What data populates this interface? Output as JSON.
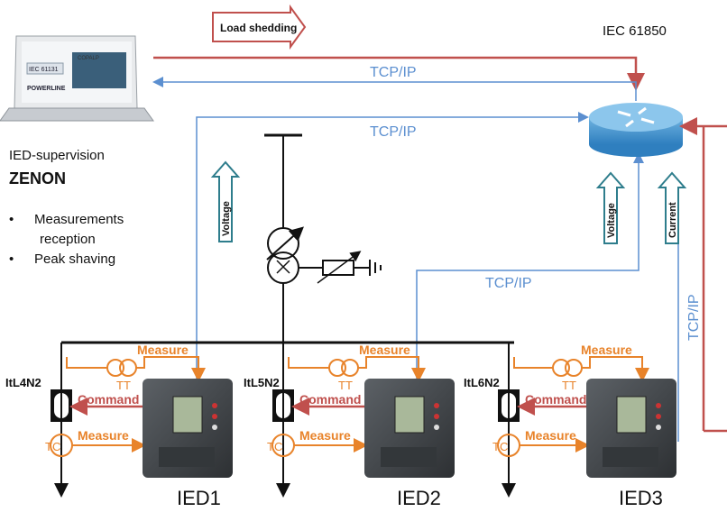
{
  "top_banner": {
    "load_shedding": "Load shedding",
    "standard": "IEC 61850"
  },
  "laptop_screen": {
    "brand": "COPALP",
    "iec": "IEC 61131",
    "powerline": "POWERLINE"
  },
  "supervision": {
    "title": "IED-supervision",
    "name": "ZENON",
    "bullets": [
      "Measurements",
      "reception",
      "Peak shaving"
    ]
  },
  "network": {
    "tcp_top": "TCP/IP",
    "tcp_mid": "TCP/IP",
    "tcp_low": "TCP/IP",
    "tcp_vertical": "TCP/IP"
  },
  "arrows": {
    "voltage_left": "Voltage",
    "voltage_right": "Voltage",
    "current": "Current"
  },
  "breakers": [
    "ItL4N2",
    "ItL5N2",
    "ItL6N2"
  ],
  "labels": {
    "measure": "Measure",
    "command": "Command",
    "tt": "TT",
    "tc": "TC"
  },
  "ieds": [
    "IED1",
    "IED2",
    "IED3"
  ],
  "colors": {
    "red": "#c0504d",
    "blue": "#5b8fd0",
    "orange": "#e8832a",
    "teal": "#2e7d8c"
  }
}
